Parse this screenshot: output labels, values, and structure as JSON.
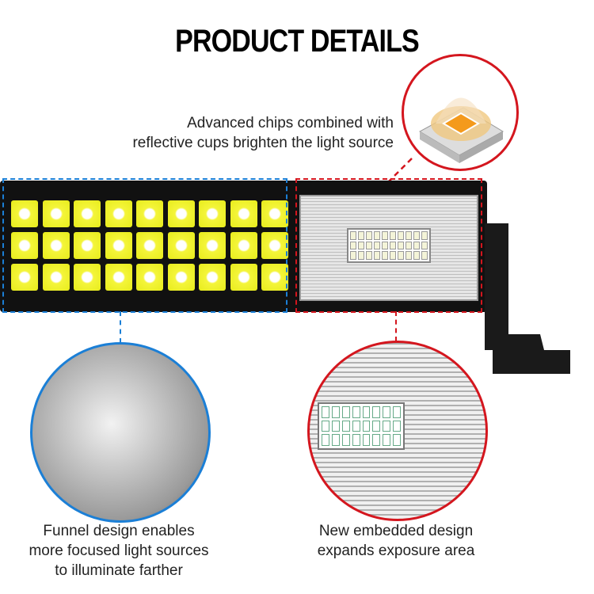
{
  "title": "PRODUCT DETAILS",
  "chip_caption": [
    "Advanced chips combined with",
    "reflective cups brighten the light source"
  ],
  "left_caption": [
    "Funnel design enables",
    "more focused light sources",
    "to illuminate farther"
  ],
  "right_caption": [
    "New embedded design",
    "expands exposure area"
  ],
  "colors": {
    "blue": "#1b7fd6",
    "red": "#d4161e",
    "led": "#f4f53a"
  }
}
